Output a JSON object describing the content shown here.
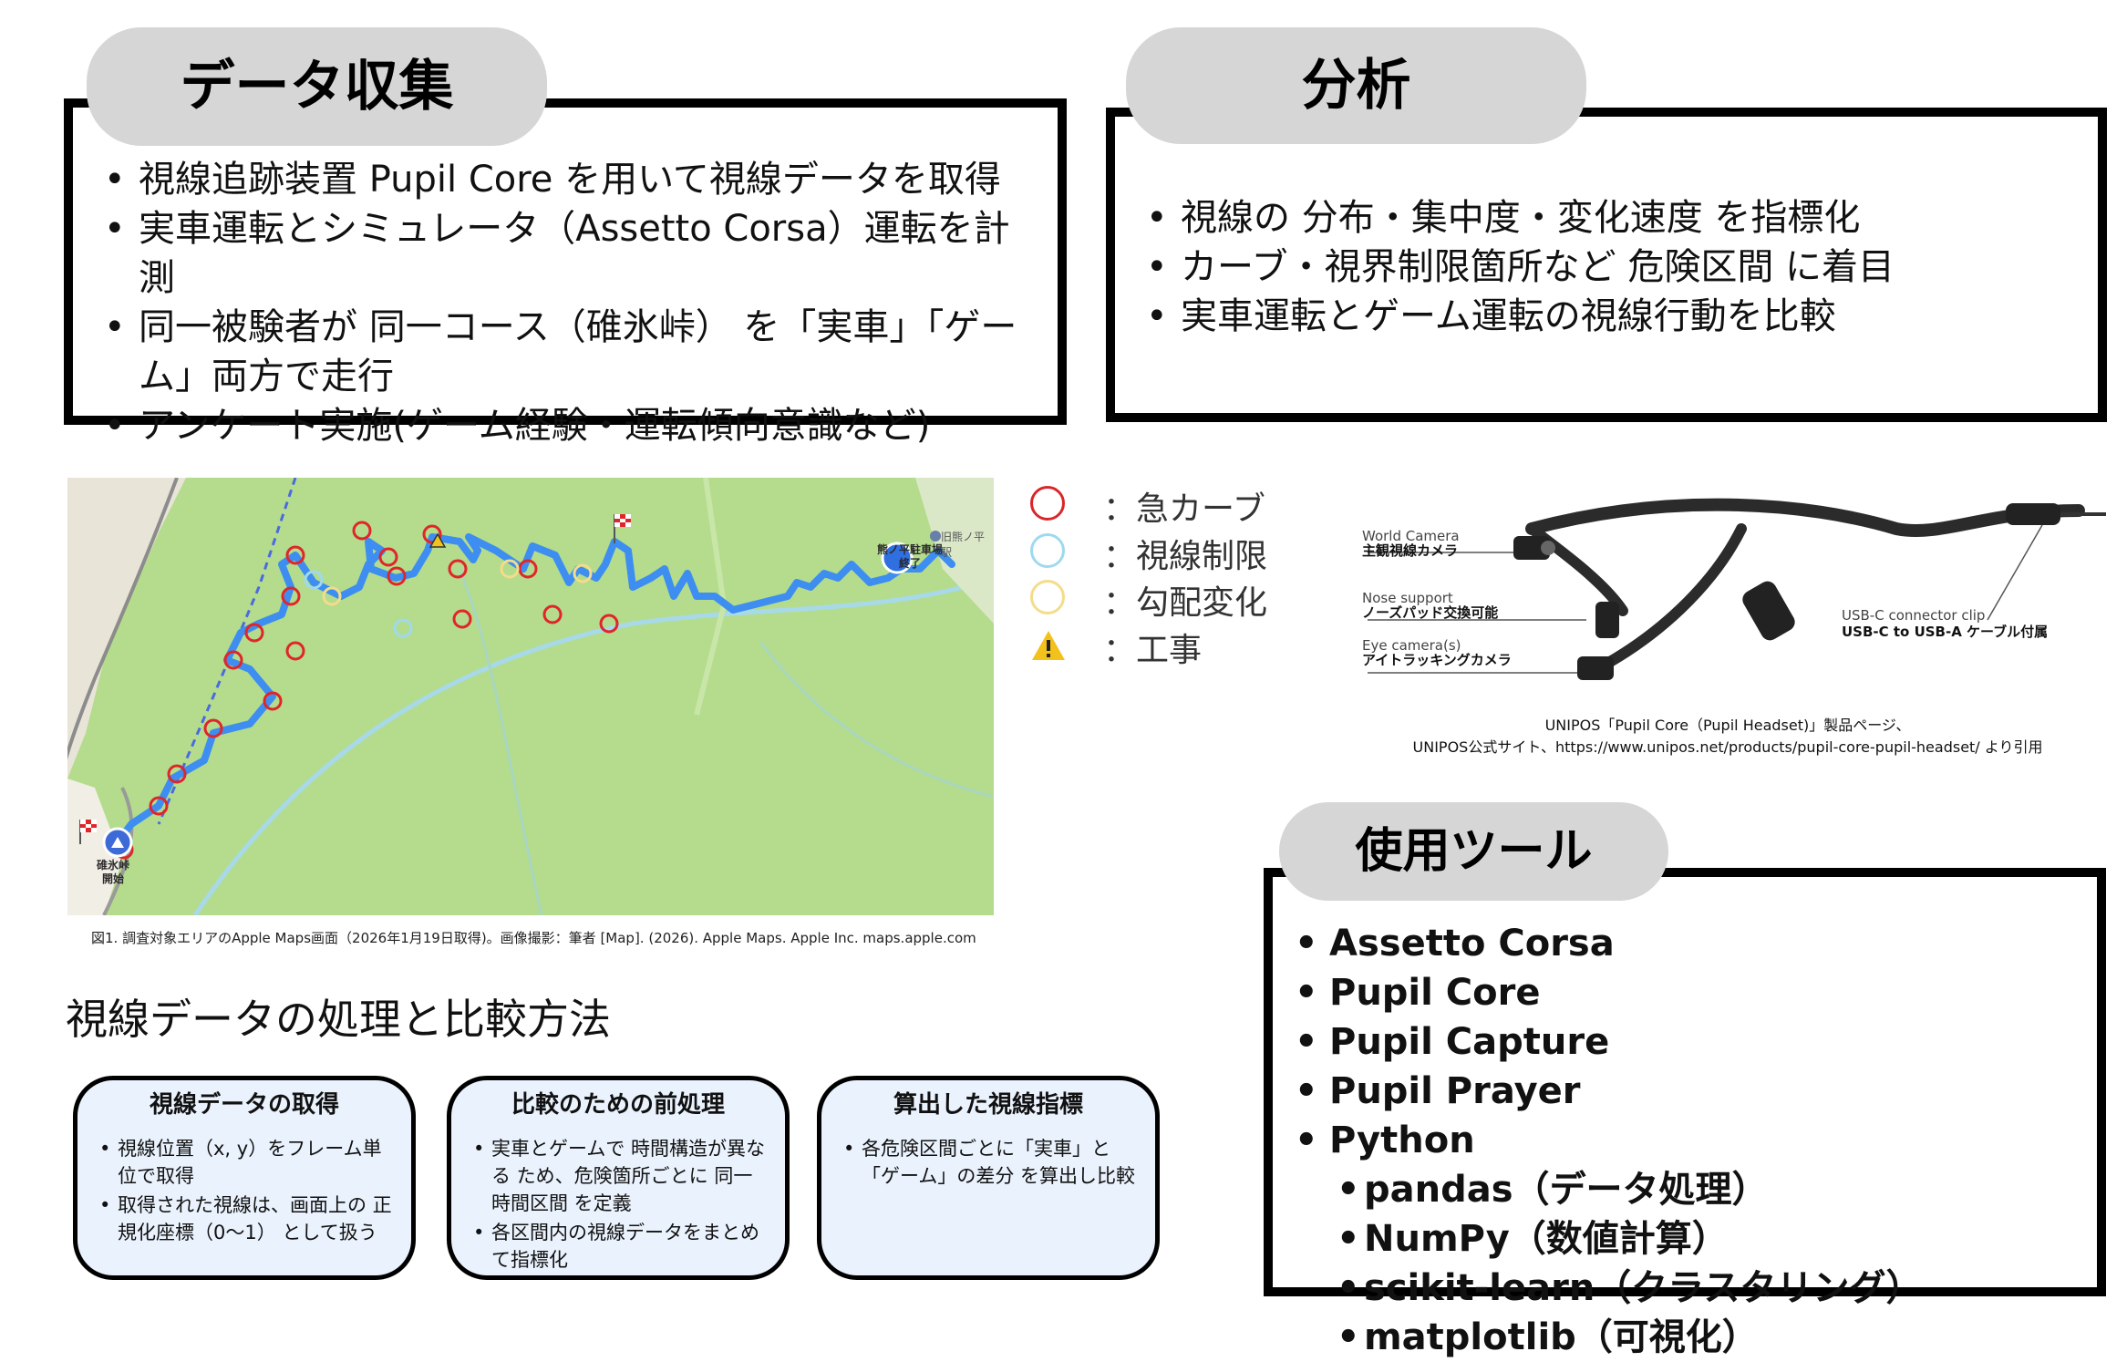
{
  "collect": {
    "title": "データ収集",
    "items": [
      "視線追跡装置 Pupil Core を用いて視線データを取得",
      "実車運転とシミュレータ（Assetto Corsa）運転を計測",
      "同一被験者が 同一コース（碓氷峠） を「実車」「ゲーム」両方で走行",
      "アンケート実施(ゲーム経験・運転傾向意識など)"
    ]
  },
  "analysis": {
    "title": "分析",
    "items": [
      "視線の 分布・集中度・変化速度 を指標化",
      "カーブ・視界制限箇所など 危険区間 に着目",
      "実車運転とゲーム運転の視線行動を比較"
    ]
  },
  "map": {
    "start_label_1": "碓氷峠",
    "start_label_2": "開始",
    "end_label_1": "熊ノ平駐車場",
    "end_label_2": "終了",
    "poi_label": "旧熊ノ平駅",
    "caption": "図1. 調査対象エリアのApple Maps画面（2026年1月19日取得)。画像撮影：筆者 [Map]. (2026). Apple Maps. Apple Inc. maps.apple.com",
    "colors": {
      "forest": "#b4dc8c",
      "route": "#3d8ef0",
      "sharp_curve": "#e0252b"
    }
  },
  "legend": {
    "items": [
      {
        "label": "：急カーブ",
        "color": "#d9262b",
        "icon": "red-ring-icon"
      },
      {
        "label": "：視線制限",
        "color": "#9fd9ef",
        "icon": "light-blue-ring-icon"
      },
      {
        "label": "：勾配変化",
        "color": "#f3dc8a",
        "icon": "yellow-ring-icon"
      },
      {
        "label": "：工事",
        "color": "#f3c11c",
        "icon": "warning-icon"
      }
    ]
  },
  "device": {
    "labels": {
      "world_en": "World Camera",
      "world_jp": "主観視線カメラ",
      "nose_en": "Nose support",
      "nose_jp": "ノーズパッド交換可能",
      "eye_en": "Eye camera(s)",
      "eye_jp": "アイトラッキングカメラ",
      "usb_en": "USB-C connector clip",
      "usb_jp": "USB-C to USB-A ケーブル付属"
    },
    "caption_1": "UNIPOS「Pupil Core（Pupil Headset)」製品ページ、",
    "caption_2": "UNIPOS公式サイト、https://www.unipos.net/products/pupil-core-pupil-headset/ より引用"
  },
  "tools": {
    "title": "使用ツール",
    "items": [
      {
        "text": "Assetto Corsa",
        "sub": false
      },
      {
        "text": "Pupil Core",
        "sub": false
      },
      {
        "text": "Pupil Capture",
        "sub": false
      },
      {
        "text": "Pupil Prayer",
        "sub": false
      },
      {
        "text": "Python",
        "sub": false
      },
      {
        "text": "pandas（データ処理）",
        "sub": true
      },
      {
        "text": "NumPy（数値計算）",
        "sub": true
      },
      {
        "text": "scikit-learn（クラスタリング）",
        "sub": true
      },
      {
        "text": "matplotlib（可視化）",
        "sub": true
      }
    ]
  },
  "method": {
    "heading": "視線データの処理と比較方法",
    "cards": [
      {
        "title": "視線データの取得",
        "items": [
          "視線位置（x, y）をフレーム単位で取得",
          "取得された視線は、画面上の 正規化座標（0〜1） として扱う"
        ]
      },
      {
        "title": "比較のための前処理",
        "items": [
          "実車とゲームで 時間構造が異なる ため、危険箇所ごとに 同一時間区間 を定義",
          "各区間内の視線データをまとめて指標化"
        ]
      },
      {
        "title": "算出した視線指標",
        "items": [
          "各危険区間ごとに「実車」と「ゲーム」の差分 を算出し比較"
        ]
      }
    ]
  }
}
